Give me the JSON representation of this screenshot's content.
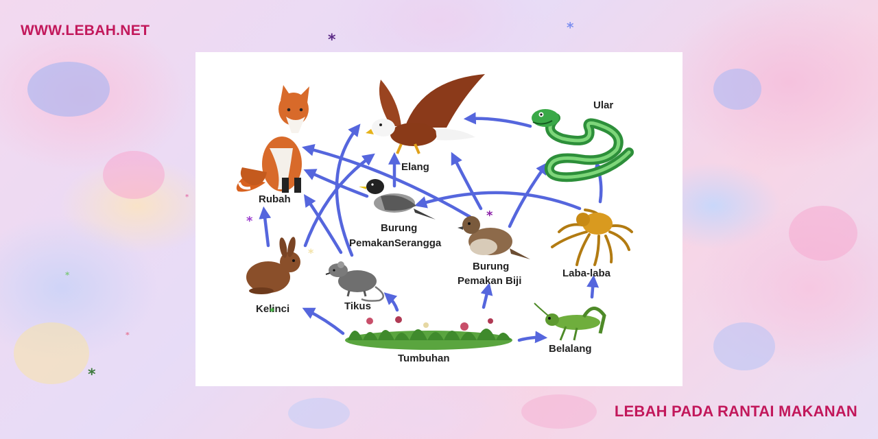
{
  "header": {
    "site_url": "WWW.LEBAH.NET"
  },
  "footer": {
    "page_title": "LEBAH PADA RANTAI MAKANAN"
  },
  "diagram": {
    "nodes": {
      "rubah": "Rubah",
      "elang": "Elang",
      "ular": "Ular",
      "burung_serangga_1": "Burung",
      "burung_serangga_2": "PemakanSerangga",
      "burung_biji_1": "Burung",
      "burung_biji_2": "Pemakan Biji",
      "laba_laba": "Laba-laba",
      "kelinci": "Kelinci",
      "tikus": "Tikus",
      "tumbuhan": "Tumbuhan",
      "belalang": "Belalang"
    },
    "colors": {
      "arrow": "#5566dd",
      "label": "#222222"
    }
  }
}
